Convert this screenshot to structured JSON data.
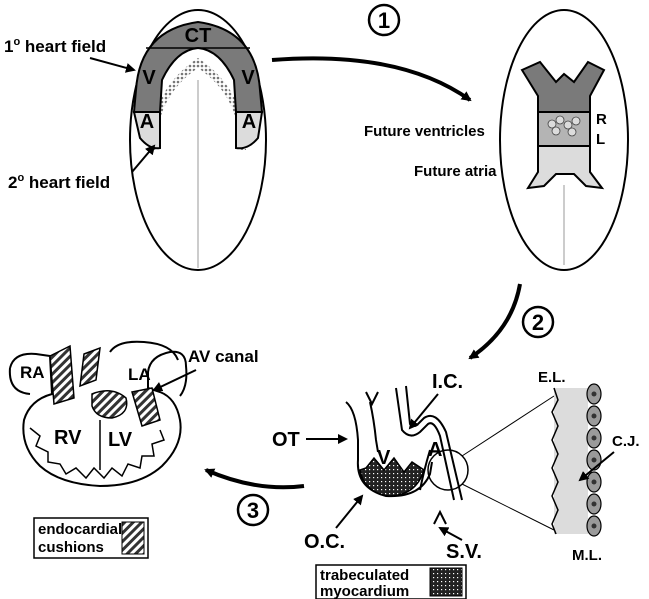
{
  "stages": {
    "s1": "1",
    "s2": "2",
    "s3": "3"
  },
  "panel1": {
    "cardiac_crescent": "CT",
    "ventricle_left": "V",
    "ventricle_right": "V",
    "atrium_left": "A",
    "atrium_right": "A",
    "first_heart_field_number": "1",
    "first_heart_field_degree": "o",
    "first_heart_field_text": " heart field",
    "second_heart_field_number": "2",
    "second_heart_field_degree": "o",
    "second_heart_field_text": " heart field"
  },
  "panel2": {
    "future_ventricles": "Future ventricles",
    "future_atria": "Future atria",
    "right": "R",
    "left": "L"
  },
  "panel3": {
    "inner_curvature": "I.C.",
    "outflow_tract": "OT",
    "ventricle": "V",
    "atrium": "A",
    "outer_curvature": "O.C.",
    "sinus_venosus": "S.V.",
    "endocardial_layer": "E.L.",
    "cardiac_jelly": "C.J.",
    "myocardial_layer": "M.L."
  },
  "panel4": {
    "right_atrium": "RA",
    "left_atrium": "LA",
    "av_canal": "AV canal",
    "right_ventricle": "RV",
    "left_ventricle": "LV"
  },
  "legend": {
    "endocardial_cushions_line1": "endocardial",
    "endocardial_cushions_line2": "cushions",
    "trabeculated_myocardium_line1": "trabeculated",
    "trabeculated_myocardium_line2": "myocardium"
  },
  "colors": {
    "dark_gray": "#7a7a7a",
    "medium_gray": "#b4b4b4",
    "light_gray": "#dcdcdc",
    "embryo_fill": "#ffffff",
    "ink": "#000000"
  }
}
